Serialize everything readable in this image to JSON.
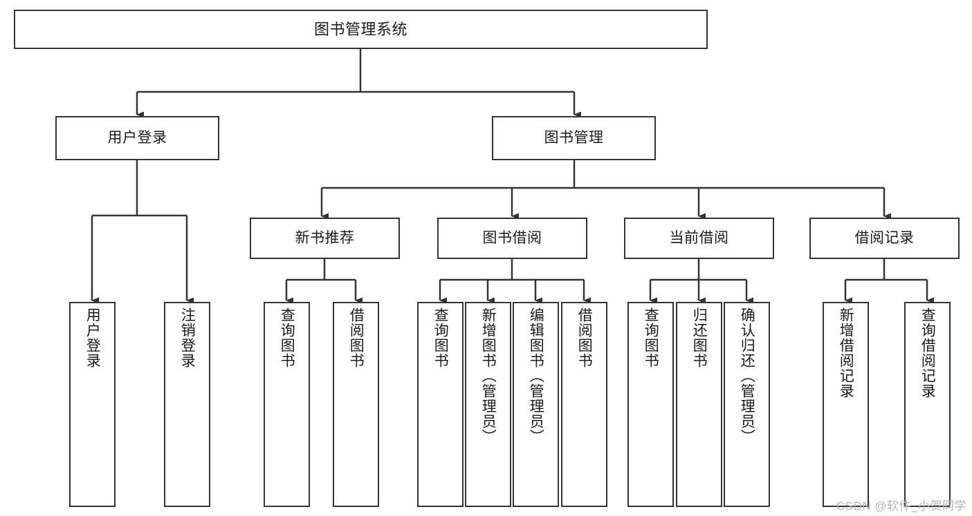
{
  "diagram": {
    "type": "tree-hierarchy",
    "title": "图书管理系统",
    "orientation": "top-down",
    "colors": {
      "background": "#ffffff",
      "border": "#333333",
      "text": "#1a1a1a",
      "edge": "#333333",
      "watermark": "#b3b3b3"
    },
    "nodes": {
      "root": {
        "label": "图书管理系统",
        "level": 0
      },
      "l1": [
        {
          "id": "user-login",
          "label": "用户登录",
          "level": 1
        },
        {
          "id": "book-manage",
          "label": "图书管理",
          "level": 1
        }
      ],
      "l2": [
        {
          "id": "new-book-rec",
          "label": "新书推荐",
          "level": 2,
          "parent": "book-manage"
        },
        {
          "id": "book-borrow",
          "label": "图书借阅",
          "level": 2,
          "parent": "book-manage"
        },
        {
          "id": "current-borrow",
          "label": "当前借阅",
          "level": 2,
          "parent": "book-manage"
        },
        {
          "id": "borrow-record",
          "label": "借阅记录",
          "level": 2,
          "parent": "book-manage"
        }
      ],
      "leaves": [
        {
          "id": "leaf-user-login",
          "label": "用户登录",
          "parent": "user-login"
        },
        {
          "id": "leaf-logout",
          "label": "注销登录",
          "parent": "user-login"
        },
        {
          "id": "leaf-query-book-rec",
          "label": "查询图书",
          "parent": "new-book-rec"
        },
        {
          "id": "leaf-borrow-book-rec",
          "label": "借阅图书",
          "parent": "new-book-rec"
        },
        {
          "id": "leaf-query-book-borrow",
          "label": "查询图书",
          "parent": "book-borrow"
        },
        {
          "id": "leaf-add-book",
          "label": "新增图书（管理员）",
          "parent": "book-borrow"
        },
        {
          "id": "leaf-edit-book",
          "label": "编辑图书（管理员）",
          "parent": "book-borrow"
        },
        {
          "id": "leaf-borrow-book",
          "label": "借阅图书",
          "parent": "book-borrow"
        },
        {
          "id": "leaf-query-book-cur",
          "label": "查询图书",
          "parent": "current-borrow"
        },
        {
          "id": "leaf-return-book",
          "label": "归还图书",
          "parent": "current-borrow"
        },
        {
          "id": "leaf-confirm-return",
          "label": "确认归还（管理员）",
          "parent": "current-borrow"
        },
        {
          "id": "leaf-add-record",
          "label": "新增借阅记录",
          "parent": "borrow-record"
        },
        {
          "id": "leaf-query-record",
          "label": "查询借阅记录",
          "parent": "borrow-record"
        }
      ]
    },
    "watermark": "CSDN @软件_小贺同学"
  }
}
